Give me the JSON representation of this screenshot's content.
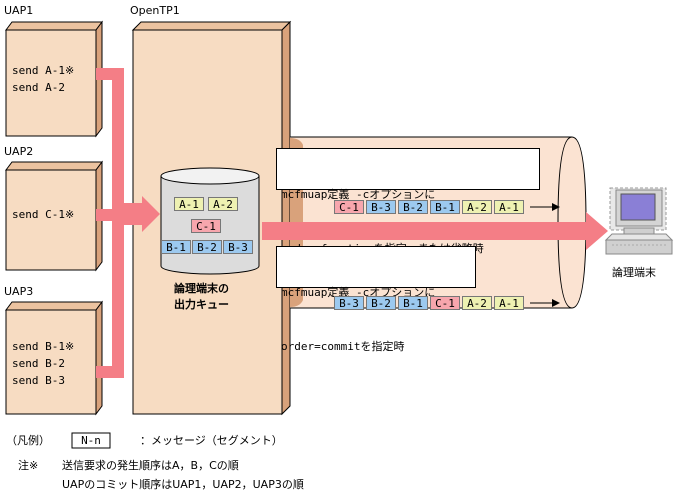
{
  "colors": {
    "box_face": "#f7dcc2",
    "box_side": "#d9a27b",
    "arrow": "#f47e86",
    "cylinder": "#dcdcdc",
    "seg_yellow": "#eef1b2",
    "seg_pink": "#f7a6ad",
    "seg_blue": "#9cc9ef"
  },
  "labels": {
    "uap1": "UAP1",
    "uap2": "UAP2",
    "uap3": "UAP3",
    "opentp1": "OpenTP1",
    "queue_line1": "論理端末の",
    "queue_line2": "出力キュー",
    "terminal": "論理端末"
  },
  "uap1_lines": [
    "send A-1※",
    "send A-2"
  ],
  "uap2_lines": [
    "send C-1※"
  ],
  "uap3_lines": [
    "send B-1※",
    "send B-2",
    "send B-3"
  ],
  "queue_segments": {
    "row1": [
      {
        "text": "A-1",
        "color": "yellow"
      },
      {
        "text": "A-2",
        "color": "yellow"
      }
    ],
    "row2": [
      {
        "text": "C-1",
        "color": "pink"
      }
    ],
    "row3": [
      {
        "text": "B-1",
        "color": "blue"
      },
      {
        "text": "B-2",
        "color": "blue"
      },
      {
        "text": "B-3",
        "color": "blue"
      }
    ]
  },
  "callout1": {
    "line1": "mcfmuap定義 -cオプションに",
    "line2": "order=functionを指定，または省略時"
  },
  "callout2": {
    "line1": "mcfmuap定義 -cオプションに",
    "line2": "order=commitを指定時"
  },
  "stream1": [
    {
      "text": "C-1",
      "color": "pink"
    },
    {
      "text": "B-3",
      "color": "blue"
    },
    {
      "text": "B-2",
      "color": "blue"
    },
    {
      "text": "B-1",
      "color": "blue"
    },
    {
      "text": "A-2",
      "color": "yellow"
    },
    {
      "text": "A-1",
      "color": "yellow"
    }
  ],
  "stream2": [
    {
      "text": "B-3",
      "color": "blue"
    },
    {
      "text": "B-2",
      "color": "blue"
    },
    {
      "text": "B-1",
      "color": "blue"
    },
    {
      "text": "C-1",
      "color": "pink"
    },
    {
      "text": "A-2",
      "color": "yellow"
    },
    {
      "text": "A-1",
      "color": "yellow"
    }
  ],
  "legend": {
    "title": "（凡例）",
    "symbol": "N-n",
    "desc": "：メッセージ（セグメント）",
    "note_label": "注※",
    "note1": "送信要求の発生順序はA，B，Cの順",
    "note2": "UAPのコミット順序はUAP1，UAP2，UAP3の順"
  }
}
